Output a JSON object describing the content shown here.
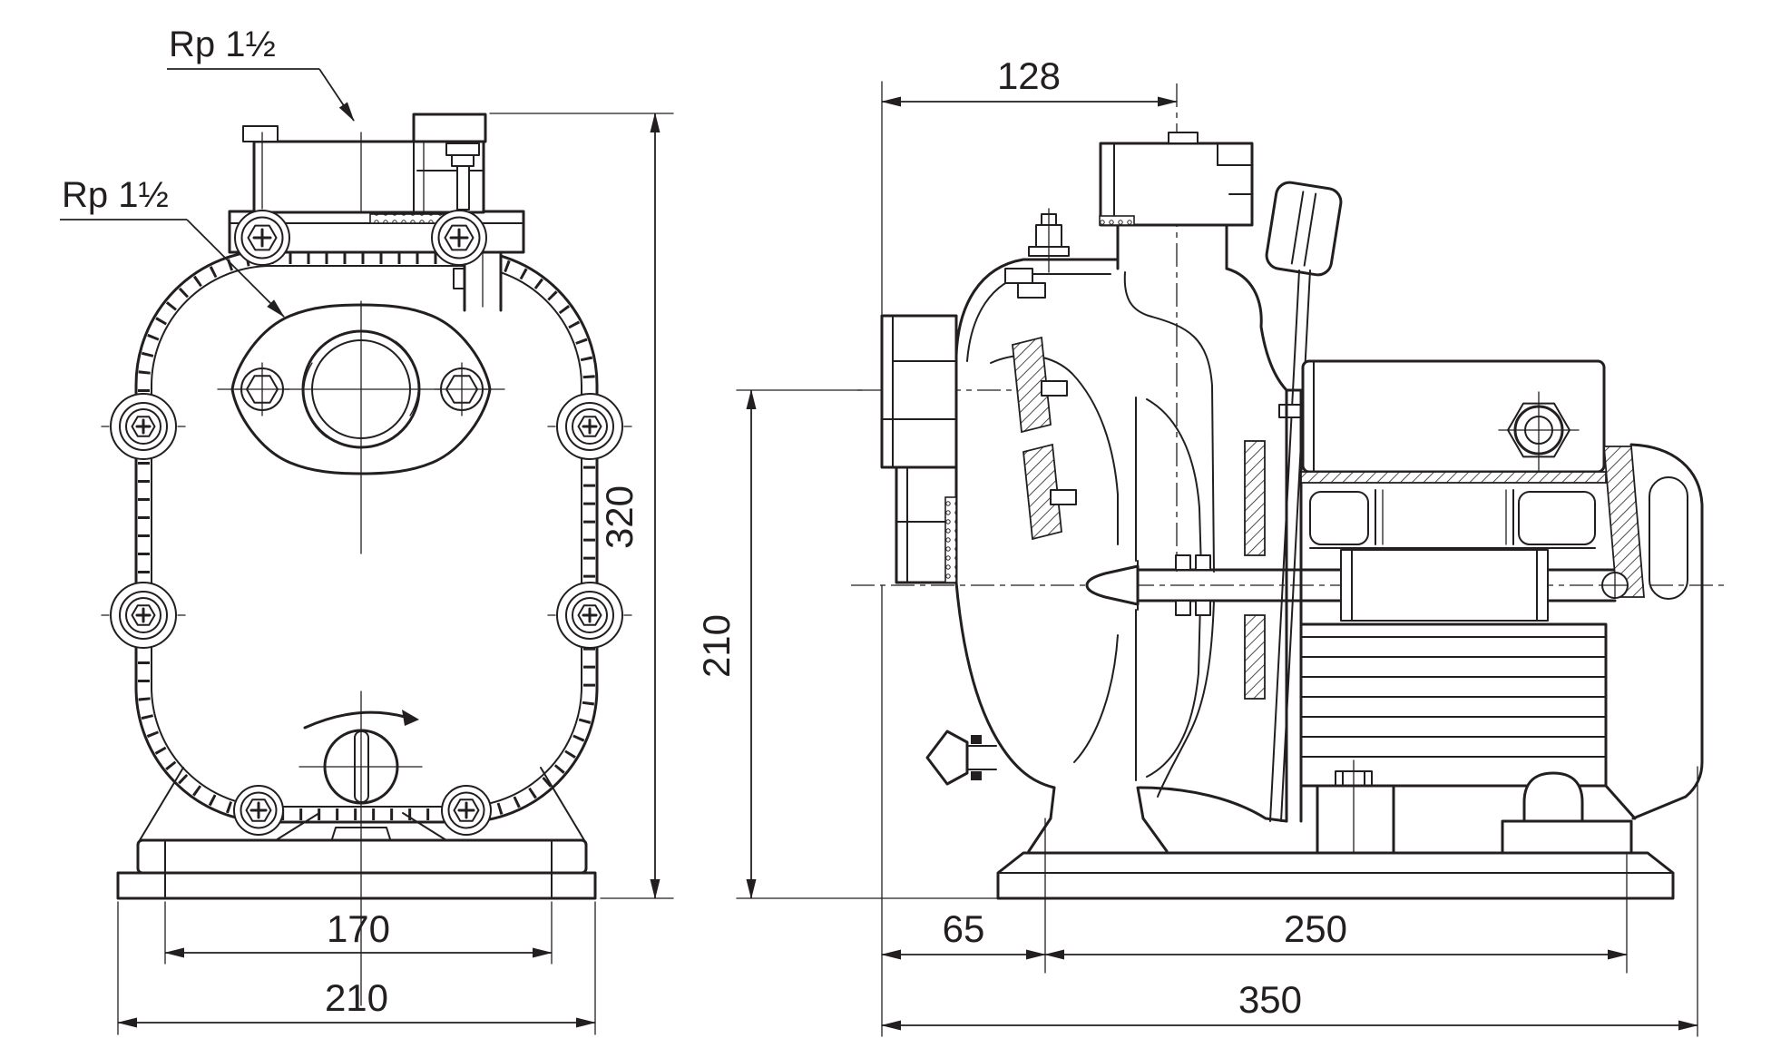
{
  "page": {
    "background": "#ffffff",
    "line_color": "#231f20"
  },
  "front_view": {
    "name": "pump front view",
    "labels": {
      "port_top": "Rp 1½",
      "port_front": "Rp 1½"
    },
    "dims": {
      "height": "320",
      "foot_hole_spacing": "170",
      "base_width": "210"
    }
  },
  "side_view": {
    "name": "pump side section view",
    "dims": {
      "suction_face_to_discharge_axis": "128",
      "axis_height": "210",
      "face_to_front_foot": "65",
      "foot_spacing": "250",
      "overall_base_length": "350"
    }
  }
}
